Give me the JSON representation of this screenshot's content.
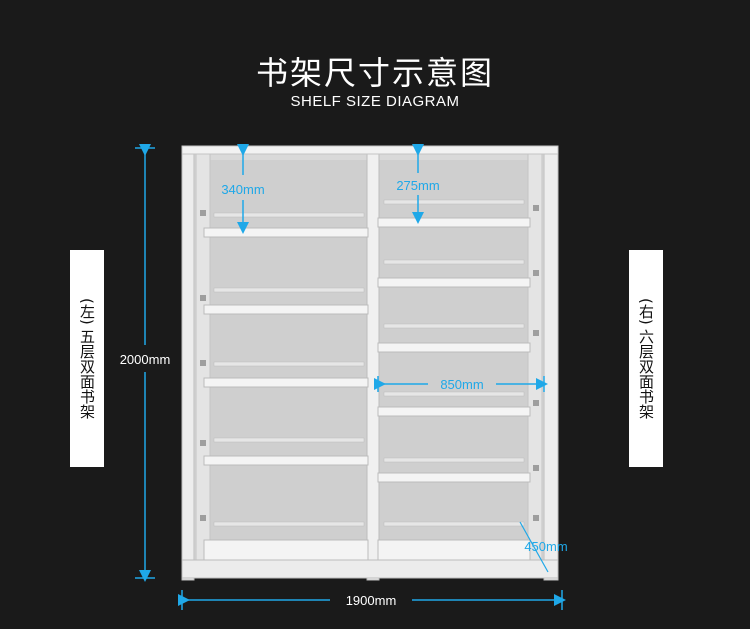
{
  "title": {
    "cn": "书架尺寸示意图",
    "en": "SHELF SIZE DIAGRAM"
  },
  "labels": {
    "left": {
      "side": "(左)",
      "text": "五层双面书架"
    },
    "right": {
      "side": "(右)",
      "text": "六层双面书架"
    }
  },
  "dimensions": {
    "height": "2000mm",
    "width": "1900mm",
    "left_shelf_gap": "340mm",
    "right_shelf_gap": "275mm",
    "bay_width": "850mm",
    "depth": "450mm"
  },
  "colors": {
    "background": "#1a1a1a",
    "dimension_line": "#1fa8e8",
    "shelf": "#eeeeee"
  }
}
